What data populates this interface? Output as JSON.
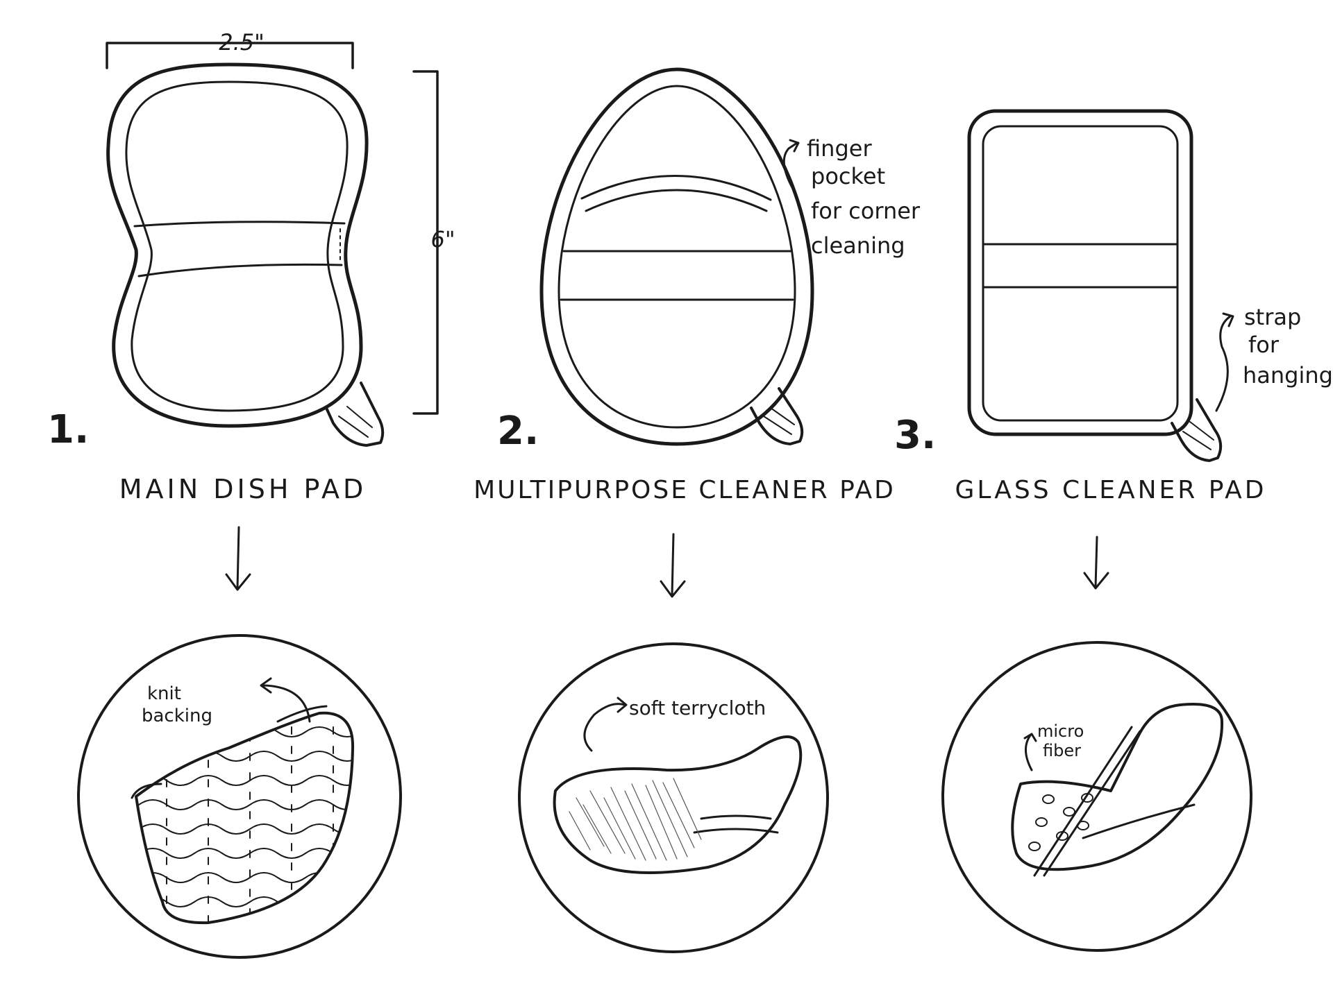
{
  "dimensions": {
    "width_label": "2.5\"",
    "height_label": "6\""
  },
  "pads": [
    {
      "number": "1.",
      "title": "MAIN DISH PAD",
      "detail": [
        "knit",
        "backing"
      ]
    },
    {
      "number": "2.",
      "title": "MULTIPURPOSE CLEANER PAD",
      "detail": [
        "soft terrycloth"
      ],
      "note": [
        "finger",
        "pocket",
        "for corner",
        "cleaning"
      ]
    },
    {
      "number": "3.",
      "title": "GLASS CLEANER PAD",
      "detail": [
        "micro",
        "fiber"
      ],
      "note": [
        "strap",
        "for",
        "hanging"
      ]
    }
  ]
}
